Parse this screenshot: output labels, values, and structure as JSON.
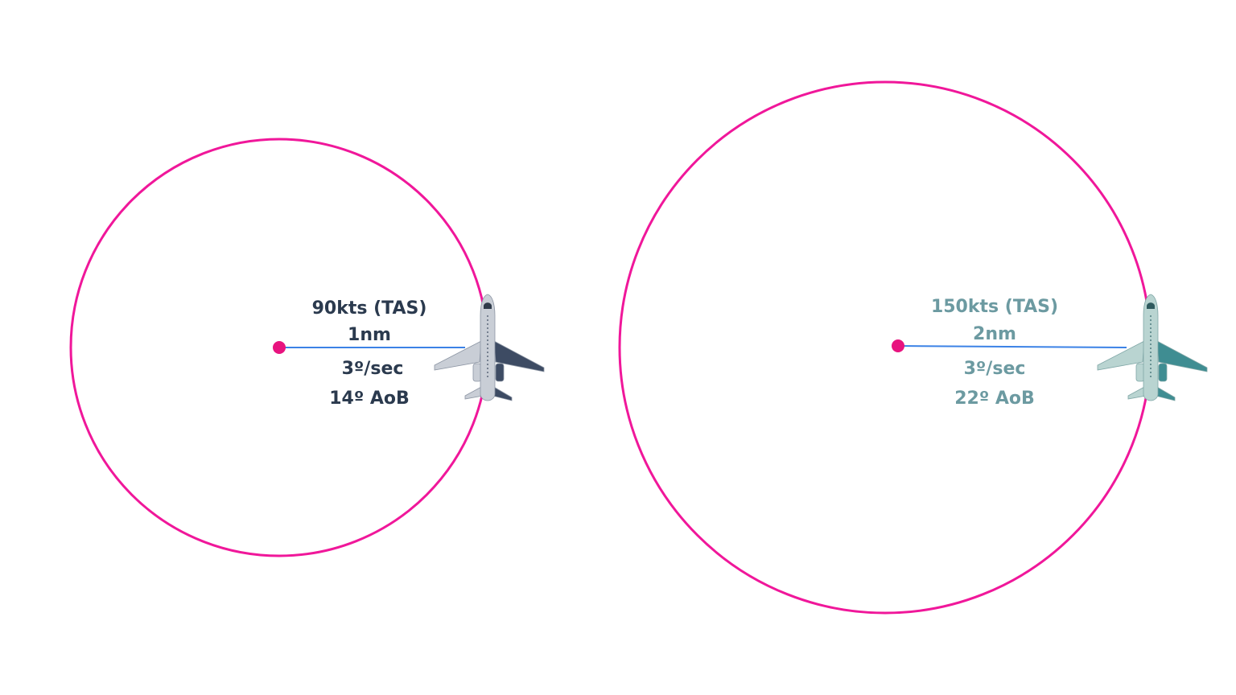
{
  "colors": {
    "circle": "#f0179a",
    "center_dot": "#e8137f",
    "radius_line": "#3b82e6",
    "text_left": "#2b3a4e",
    "text_right": "#6c9aa1",
    "plane_left_body": "#c9ced6",
    "plane_left_wing": "#3d4b63",
    "plane_right_body": "#b9d4d1",
    "plane_right_wing": "#3f8d92"
  },
  "left_turn": {
    "speed": "90kts (TAS)",
    "radius": "1nm",
    "rate": "3º/sec",
    "bank": "14º AoB",
    "icon": "airplane-icon"
  },
  "right_turn": {
    "speed": "150kts (TAS)",
    "radius": "2nm",
    "rate": "3º/sec",
    "bank": "22º AoB",
    "icon": "airplane-icon"
  }
}
